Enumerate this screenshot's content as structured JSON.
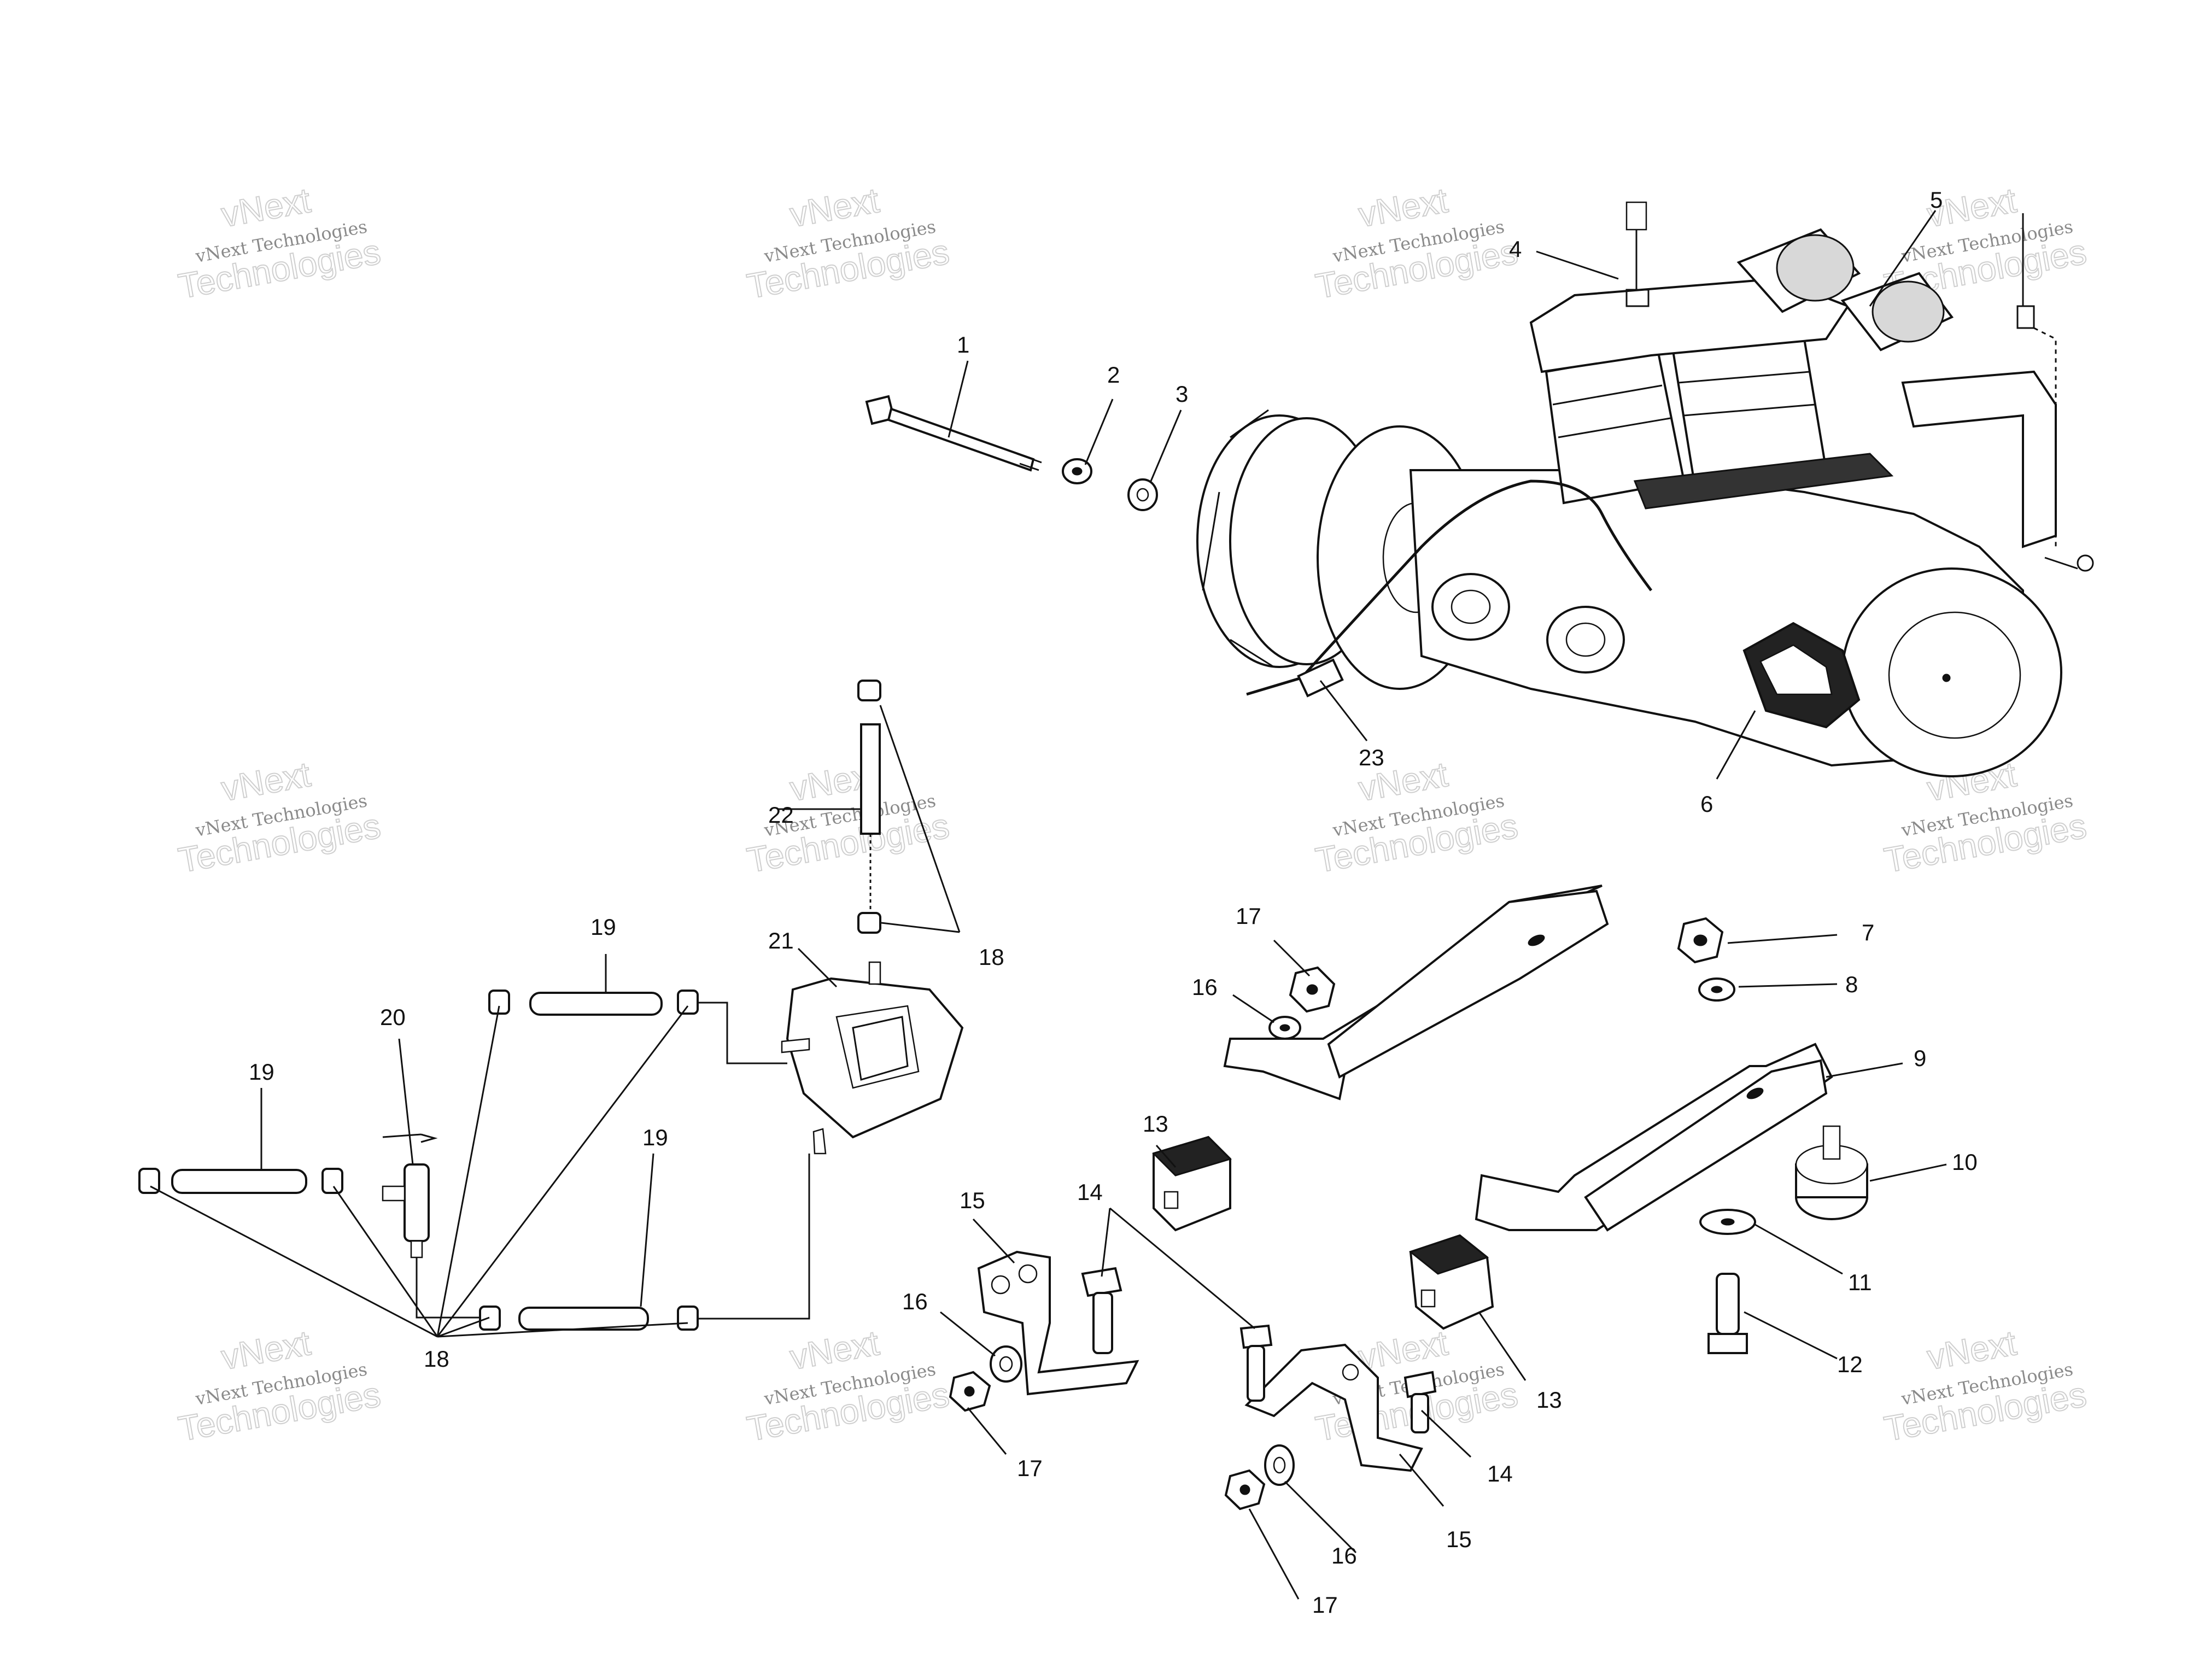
{
  "watermark": {
    "line1": "vNext Technologies",
    "ghost_top": "vNext",
    "ghost_bottom": "Technologies"
  },
  "callouts": {
    "c1": "1",
    "c2": "2",
    "c3": "3",
    "c4": "4",
    "c5": "5",
    "c6": "6",
    "c7": "7",
    "c8": "8",
    "c9": "9",
    "c10": "10",
    "c11": "11",
    "c12": "12",
    "c13a": "13",
    "c13b": "13",
    "c14a": "14",
    "c14b": "14",
    "c15a": "15",
    "c15b": "15",
    "c16a": "16",
    "c16b": "16",
    "c16c": "16",
    "c17a": "17",
    "c17b": "17",
    "c17c": "17",
    "c18a": "18",
    "c18b": "18",
    "c19a": "19",
    "c19b": "19",
    "c19c": "19",
    "c20": "20",
    "c21": "21",
    "c22": "22",
    "c23": "23"
  }
}
